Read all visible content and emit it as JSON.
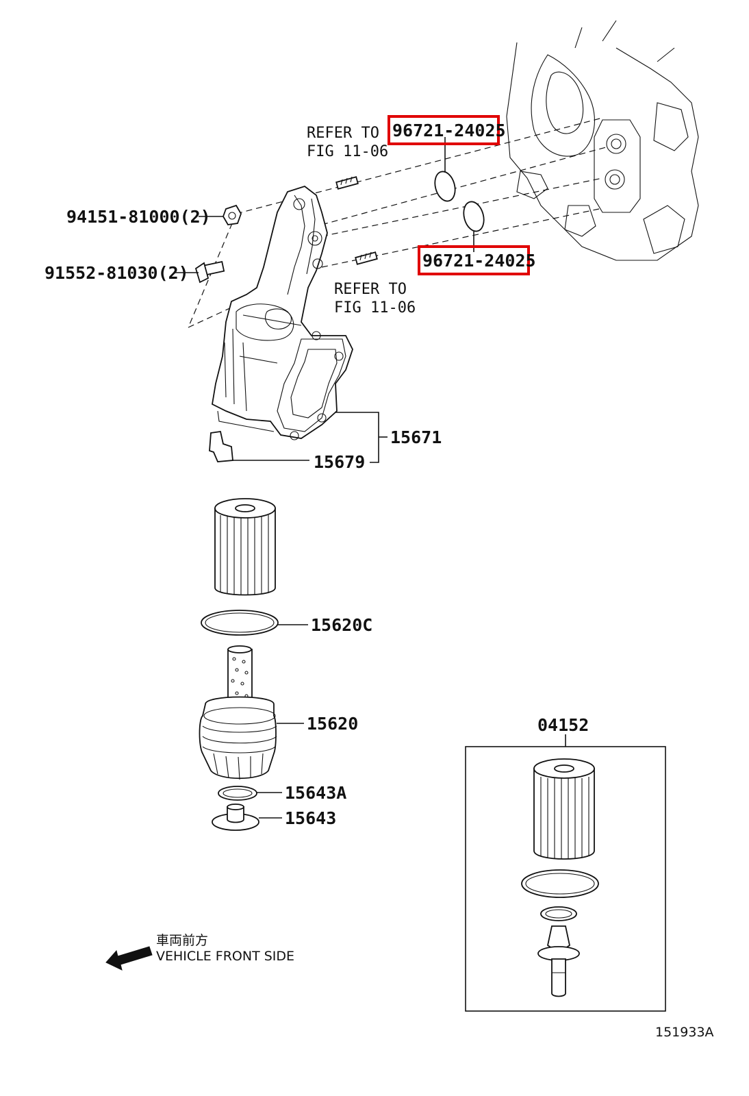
{
  "diagram": {
    "refer_notes": [
      {
        "line1": "REFER TO",
        "line2": "FIG 11-06"
      },
      {
        "line1": "REFER TO",
        "line2": "FIG 11-06"
      }
    ],
    "parts": {
      "oring_upper": "96721-24025",
      "oring_lower": "96721-24025",
      "bolt_a": "94151-81000(2)",
      "bolt_b": "91552-81030(2)",
      "housing": "15671",
      "clip": "15679",
      "filter_gasket": "15620C",
      "filter_cap": "15620",
      "drain_gasket": "15643A",
      "drain_plug": "15643",
      "filter_kit": "04152"
    },
    "front_note": {
      "jp": "車両前方",
      "en": "VEHICLE FRONT SIDE"
    },
    "figure_code": "151933A",
    "highlight_color": "#e00000"
  }
}
